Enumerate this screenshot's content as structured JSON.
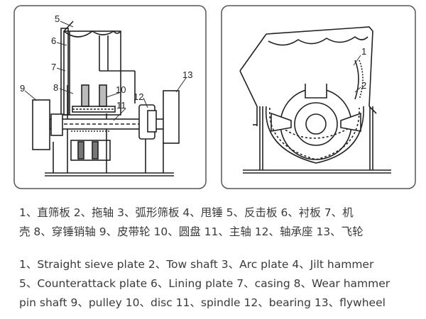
{
  "left_view": {
    "callouts": [
      {
        "id": "5",
        "label": "5"
      },
      {
        "id": "6",
        "label": "6"
      },
      {
        "id": "7",
        "label": "7"
      },
      {
        "id": "8",
        "label": "8"
      },
      {
        "id": "9",
        "label": "9"
      },
      {
        "id": "10",
        "label": "10"
      },
      {
        "id": "11",
        "label": "11"
      },
      {
        "id": "12",
        "label": "12"
      },
      {
        "id": "13",
        "label": "13"
      }
    ]
  },
  "right_view": {
    "callouts": [
      {
        "id": "1",
        "label": "1"
      },
      {
        "id": "2",
        "label": "2"
      }
    ]
  },
  "legend_zh": {
    "line1": "1、直筛板  2、拖轴  3、弧形筛板  4、甩锤  5、反击板  6、衬板  7、机",
    "line2": "壳  8、穿锤销轴  9、皮带轮 10、圆盘 11、主轴 12、轴承座 13、飞轮"
  },
  "legend_en": {
    "line1": "1、Straight sieve plate   2、Tow shaft  3、Arc plate 4、Jilt hammer",
    "line2": "5、Counterattack plate   6、Lining plate  7、casing  8、Wear hammer",
    "line3": "pin shaft  9、pulley 10、disc 11、spindle 12、bearing  13、flywheel"
  }
}
